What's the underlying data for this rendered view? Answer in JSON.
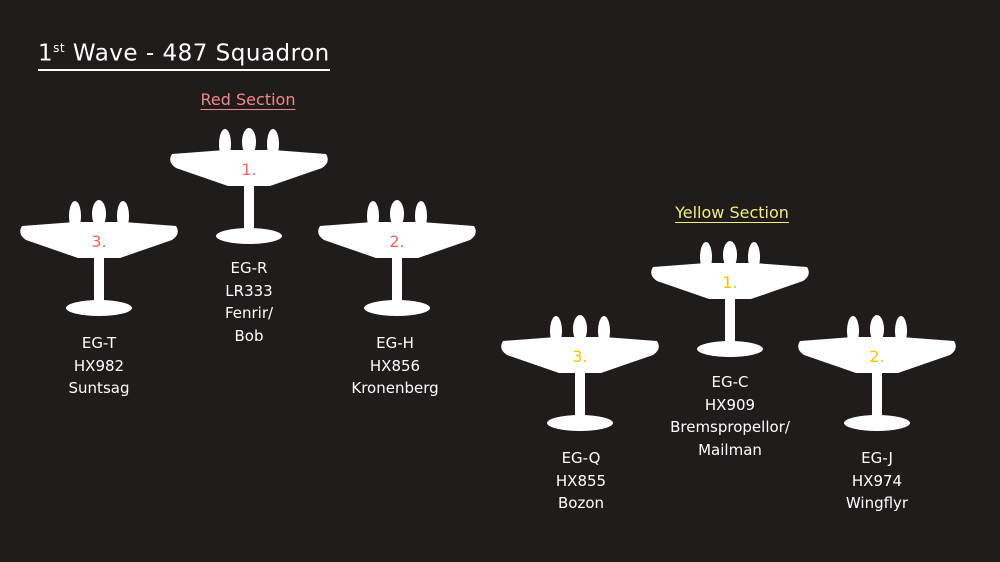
{
  "title": {
    "ordinal": "1",
    "ordinal_suffix": "st",
    "text": " Wave - 487 Squadron"
  },
  "colors": {
    "red_heading": "#f08a8a",
    "red_number": "#ff5f5f",
    "yellow_heading": "#eef07a",
    "yellow_number": "#ffc000",
    "background": "#1f1c1b"
  },
  "sections": [
    {
      "name": "Red Section",
      "aircraft": [
        {
          "position": "1.",
          "code": "EG-R",
          "serial": "LR333",
          "pilot": [
            "Fenrir/",
            "Bob"
          ]
        },
        {
          "position": "3.",
          "code": "EG-T",
          "serial": "HX982",
          "pilot": [
            "Suntsag"
          ]
        },
        {
          "position": "2.",
          "code": "EG-H",
          "serial": "HX856",
          "pilot": [
            "Kronenberg"
          ]
        }
      ]
    },
    {
      "name": "Yellow Section",
      "aircraft": [
        {
          "position": "1.",
          "code": "EG-C",
          "serial": "HX909",
          "pilot": [
            "Bremspropellor/",
            "Mailman"
          ]
        },
        {
          "position": "3.",
          "code": "EG-Q",
          "serial": "HX855",
          "pilot": [
            "Bozon"
          ]
        },
        {
          "position": "2.",
          "code": "EG-J",
          "serial": "HX974",
          "pilot": [
            "Wingflyr"
          ]
        }
      ]
    }
  ]
}
